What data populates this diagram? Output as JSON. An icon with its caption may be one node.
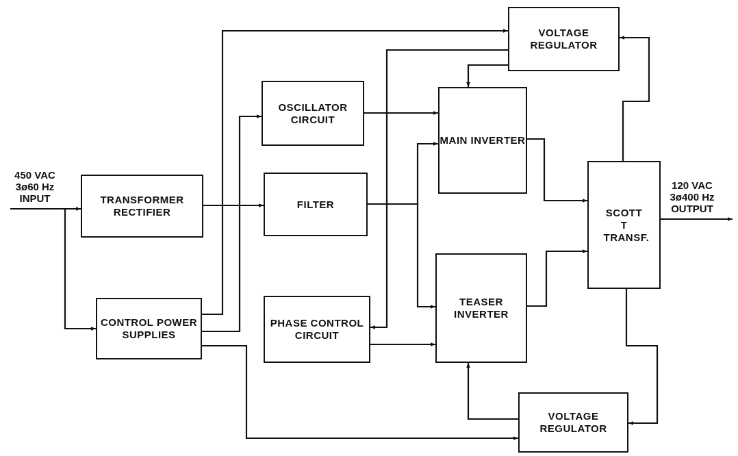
{
  "diagram": {
    "nodes": [
      {
        "text": [
          "TRANSFORMER RECTIFIER"
        ]
      },
      {
        "text": [
          "CONTROL POWER SUPPLIES"
        ]
      },
      {
        "text": [
          "OSCILLATOR CIRCUIT"
        ]
      },
      {
        "text": [
          "FILTER"
        ]
      },
      {
        "text": [
          "PHASE CONTROL CIRCUIT"
        ]
      },
      {
        "text": [
          "VOLTAGE REGULATOR"
        ]
      },
      {
        "text": [
          "MAIN INVERTER"
        ]
      },
      {
        "text": [
          "TEASER INVERTER"
        ]
      },
      {
        "text": [
          "SCOTT T TRANSF."
        ]
      },
      {
        "text": [
          "VOLTAGE REGULATOR"
        ]
      }
    ],
    "edges": [
      {
        "from": null,
        "to": 0,
        "arrow": "to"
      },
      {
        "from": null,
        "to": 1,
        "arrow": "to"
      },
      {
        "from": 0,
        "to": 3,
        "arrow": "to"
      },
      {
        "from": 1,
        "to": 5,
        "arrow": "to"
      },
      {
        "from": 1,
        "to": 2,
        "arrow": "to"
      },
      {
        "from": 1,
        "to": 9,
        "arrow": "to"
      },
      {
        "from": 2,
        "to": 6,
        "arrow": "to"
      },
      {
        "from": 3,
        "to": 6,
        "arrow": "to"
      },
      {
        "from": 3,
        "to": 7,
        "arrow": "to"
      },
      {
        "from": 5,
        "to": 6,
        "arrow": "to"
      },
      {
        "from": 5,
        "to": 4,
        "arrow": "to"
      },
      {
        "from": 4,
        "to": 7,
        "arrow": "to"
      },
      {
        "from": 6,
        "to": 8,
        "arrow": "to"
      },
      {
        "from": 7,
        "to": 8,
        "arrow": "to"
      },
      {
        "from": 8,
        "to": 5,
        "arrow": "to"
      },
      {
        "from": 8,
        "to": 9,
        "arrow": "to"
      },
      {
        "from": 9,
        "to": 7,
        "arrow": "to"
      },
      {
        "from": 8,
        "to": null,
        "arrow": "to"
      }
    ],
    "labels": [
      "450 VAC 3ø60 Hz INPUT",
      "120 VAC 3ø400 Hz OUTPUT"
    ]
  }
}
